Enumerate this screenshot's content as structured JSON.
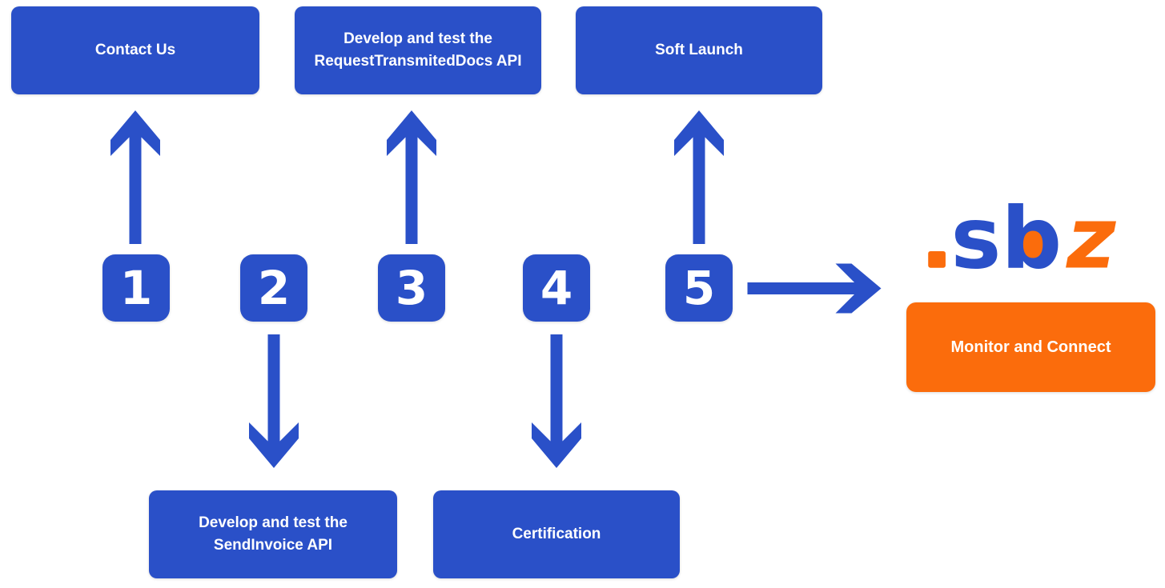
{
  "palette": {
    "primary_blue": "#2a50c8",
    "accent_orange": "#fb6c0c",
    "label_white": "#ffffff",
    "background": "#ffffff"
  },
  "steps": [
    {
      "number": "1",
      "label": "Contact Us",
      "branch": "top"
    },
    {
      "number": "2",
      "label": "Develop and test the SendInvoice API",
      "branch": "bottom"
    },
    {
      "number": "3",
      "label": "Develop and test the RequestTransmitedDocs API",
      "branch": "top"
    },
    {
      "number": "4",
      "label": "Certification",
      "branch": "bottom"
    },
    {
      "number": "5",
      "label": "Soft Launch",
      "branch": "top"
    }
  ],
  "result": {
    "label": "Monitor and Connect"
  },
  "logo": {
    "text_blue": "sb",
    "text_orange": "z"
  }
}
